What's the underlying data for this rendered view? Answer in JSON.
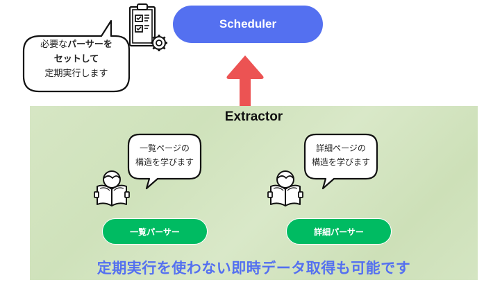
{
  "scheduler": {
    "label": "Scheduler",
    "color": "#5470f0"
  },
  "arrow": {
    "direction": "up",
    "color": "#ec5353"
  },
  "scheduler_bubble": {
    "line1_plain": "必要な",
    "line1_bold": "パーサーを",
    "line2_bold": "セットして",
    "line3": "定期実行します"
  },
  "icons": {
    "schedule": "clipboard-gear-icon",
    "reader": "person-reading-icon"
  },
  "extractor": {
    "title": "Extractor",
    "background": "#d3e4c0",
    "parsers": [
      {
        "bubble_line1": "一覧ページの",
        "bubble_line2": "構造を学びます",
        "label": "一覧パーサー"
      },
      {
        "bubble_line1": "詳細ページの",
        "bubble_line2": "構造を学びます",
        "label": "詳細パーサー"
      }
    ],
    "parser_color": "#00bb62",
    "footer": "定期実行を使わない即時データ取得も可能です"
  }
}
